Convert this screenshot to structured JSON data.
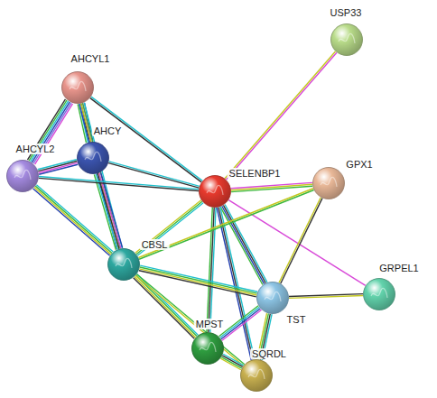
{
  "diagram": {
    "nodes": [
      {
        "text": [
          "USP33"
        ]
      },
      {
        "text": [
          "AHCYL1"
        ]
      },
      {
        "text": [
          "AHCY"
        ]
      },
      {
        "text": [
          "SELENBP1"
        ]
      },
      {
        "text": [
          "GPX1"
        ]
      },
      {
        "text": [
          "AHCYL2"
        ]
      },
      {
        "text": [
          "CBSL"
        ]
      },
      {
        "text": [
          "GRPEL1"
        ]
      },
      {
        "text": [
          "TST"
        ]
      },
      {
        "text": [
          "MPST"
        ]
      },
      {
        "text": [
          "SQRDL"
        ]
      }
    ],
    "edges": [
      {
        "from": 0,
        "to": 3,
        "arrow": "none"
      },
      {
        "from": 1,
        "to": 2,
        "arrow": "none"
      },
      {
        "from": 1,
        "to": 5,
        "arrow": "none"
      },
      {
        "from": 1,
        "to": 3,
        "arrow": "none"
      },
      {
        "from": 1,
        "to": 6,
        "arrow": "none"
      },
      {
        "from": 2,
        "to": 5,
        "arrow": "none"
      },
      {
        "from": 2,
        "to": 3,
        "arrow": "none"
      },
      {
        "from": 2,
        "to": 6,
        "arrow": "none"
      },
      {
        "from": 5,
        "to": 3,
        "arrow": "none"
      },
      {
        "from": 5,
        "to": 6,
        "arrow": "none"
      },
      {
        "from": 3,
        "to": 4,
        "arrow": "none"
      },
      {
        "from": 3,
        "to": 7,
        "arrow": "none"
      },
      {
        "from": 3,
        "to": 6,
        "arrow": "none"
      },
      {
        "from": 3,
        "to": 8,
        "arrow": "none"
      },
      {
        "from": 3,
        "to": 9,
        "arrow": "none"
      },
      {
        "from": 3,
        "to": 10,
        "arrow": "none"
      },
      {
        "from": 4,
        "to": 6,
        "arrow": "none"
      },
      {
        "from": 4,
        "to": 8,
        "arrow": "none"
      },
      {
        "from": 7,
        "to": 8,
        "arrow": "none"
      },
      {
        "from": 6,
        "to": 8,
        "arrow": "none"
      },
      {
        "from": 6,
        "to": 9,
        "arrow": "none"
      },
      {
        "from": 6,
        "to": 10,
        "arrow": "none"
      },
      {
        "from": 8,
        "to": 9,
        "arrow": "none"
      },
      {
        "from": 8,
        "to": 10,
        "arrow": "none"
      },
      {
        "from": 9,
        "to": 10,
        "arrow": "none"
      }
    ]
  }
}
